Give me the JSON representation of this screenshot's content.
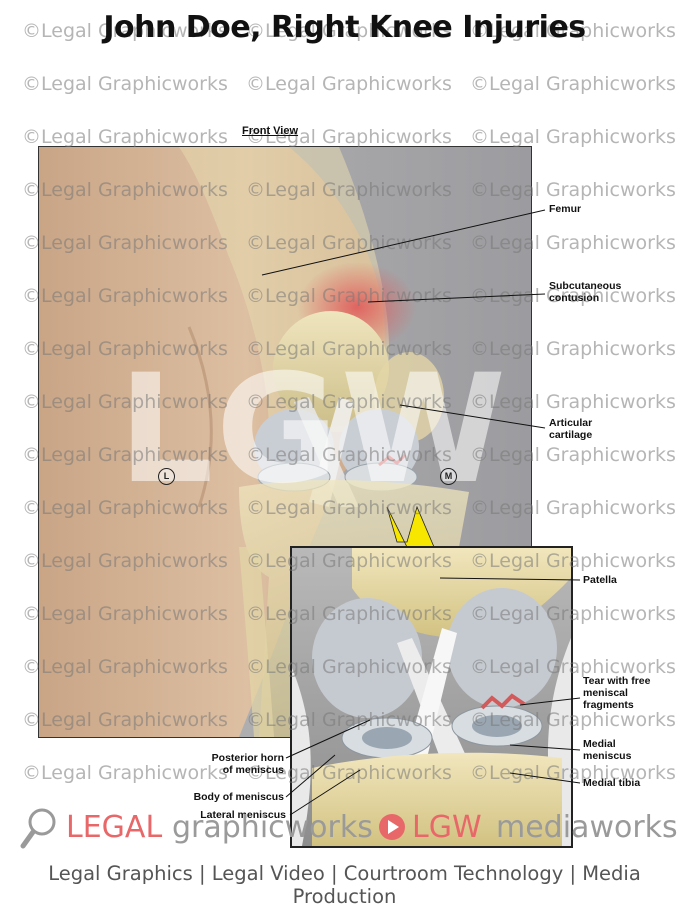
{
  "title": "John Doe, Right Knee Injuries",
  "view_label": "Front View",
  "watermark": "©Legal Graphicworks",
  "big_watermark": "LGW",
  "orientation": {
    "left": "L",
    "right": "M"
  },
  "labels": {
    "femur": "Femur",
    "contusion": "Subcutaneous\ncontusion",
    "cartilage": "Articular\ncartilage",
    "patella": "Patella",
    "tear": "Tear with free\nmeniscal\nfragments",
    "medial_meniscus": "Medial\nmeniscus",
    "medial_tibia": "Medial tibia",
    "posterior_horn": "Posterior horn\nof meniscus",
    "body_meniscus": "Body of meniscus",
    "lateral_meniscus": "Lateral meniscus"
  },
  "logo": {
    "legal": "LEGAL",
    "graphicworks": "graphicworks",
    "lgw": "LGW",
    "mediaworks": "mediaworks"
  },
  "tagline": "Legal Graphics | Legal Video | Courtroom Technology | Media Production",
  "colors": {
    "brand_red": "#e8686a",
    "brand_gray": "#9a9a9a",
    "arrow_yellow": "#f7e600"
  }
}
